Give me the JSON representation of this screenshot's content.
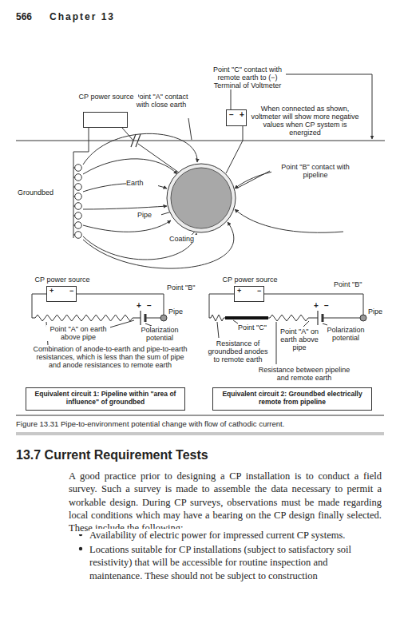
{
  "diagram": {
    "caption": "Figure 13.31 Pipe-to-environment potential change with flow of cathodic current.",
    "nodes": [
      {
        "text": [
          "CP power source"
        ]
      },
      {
        "text": [
          "−",
          "+"
        ]
      },
      {
        "text": [
          "CP power source",
          "+",
          "−"
        ]
      },
      {
        "text": [
          "CP power source",
          "+",
          "−"
        ]
      },
      {
        "text": [
          "Equivalent circuit 1: Pipeline within \"area of influence\" of groundbed"
        ]
      },
      {
        "text": [
          "Equivalent circuit 2: Groundbed electrically remote from pipeline"
        ]
      }
    ],
    "labels": [
      "566",
      "Chapter 13",
      "Point \"C\" contact with remote earth to (−) Terminal of Voltmeter",
      "Point \"A\" contact with close earth",
      "When connected as shown, voltmeter will show more negative values when CP system is energized",
      "Point \"B\" contact with pipeline",
      "Groundbed",
      "Earth",
      "Pipe",
      "Coating",
      "Point \"B\"",
      "Pipe",
      "+",
      "−",
      "Point \"A\" on earth above pipe",
      "Polarization potential",
      "Combination of anode-to-earth and pipe-to-earth resistances, which is less than the sum of pipe and anode resistances to remote earth",
      "Point \"B\"",
      "Pipe",
      "+",
      "−",
      "Point \"C\"",
      "Resistance of groundbed anodes to remote earth",
      "Point \"A\" on earth above pipe",
      "Polarization potential",
      "Resistance between pipeline and remote earth",
      "13.7 Current Requirement Tests",
      "A good practice prior to designing a CP installation is to conduct a field survey. Such a survey is made to assemble the data necessary to permit a workable design. During CP surveys, observations must be made regarding local conditions which may have a bearing on the CP design finally selected. These include the following:",
      "Availability of electric power for impressed current CP systems.",
      "Locations suitable for CP installations (subject to satisfactory soil resistivity) that will be accessible for routine inspection and maintenance. These should not be subject to construction"
    ]
  }
}
